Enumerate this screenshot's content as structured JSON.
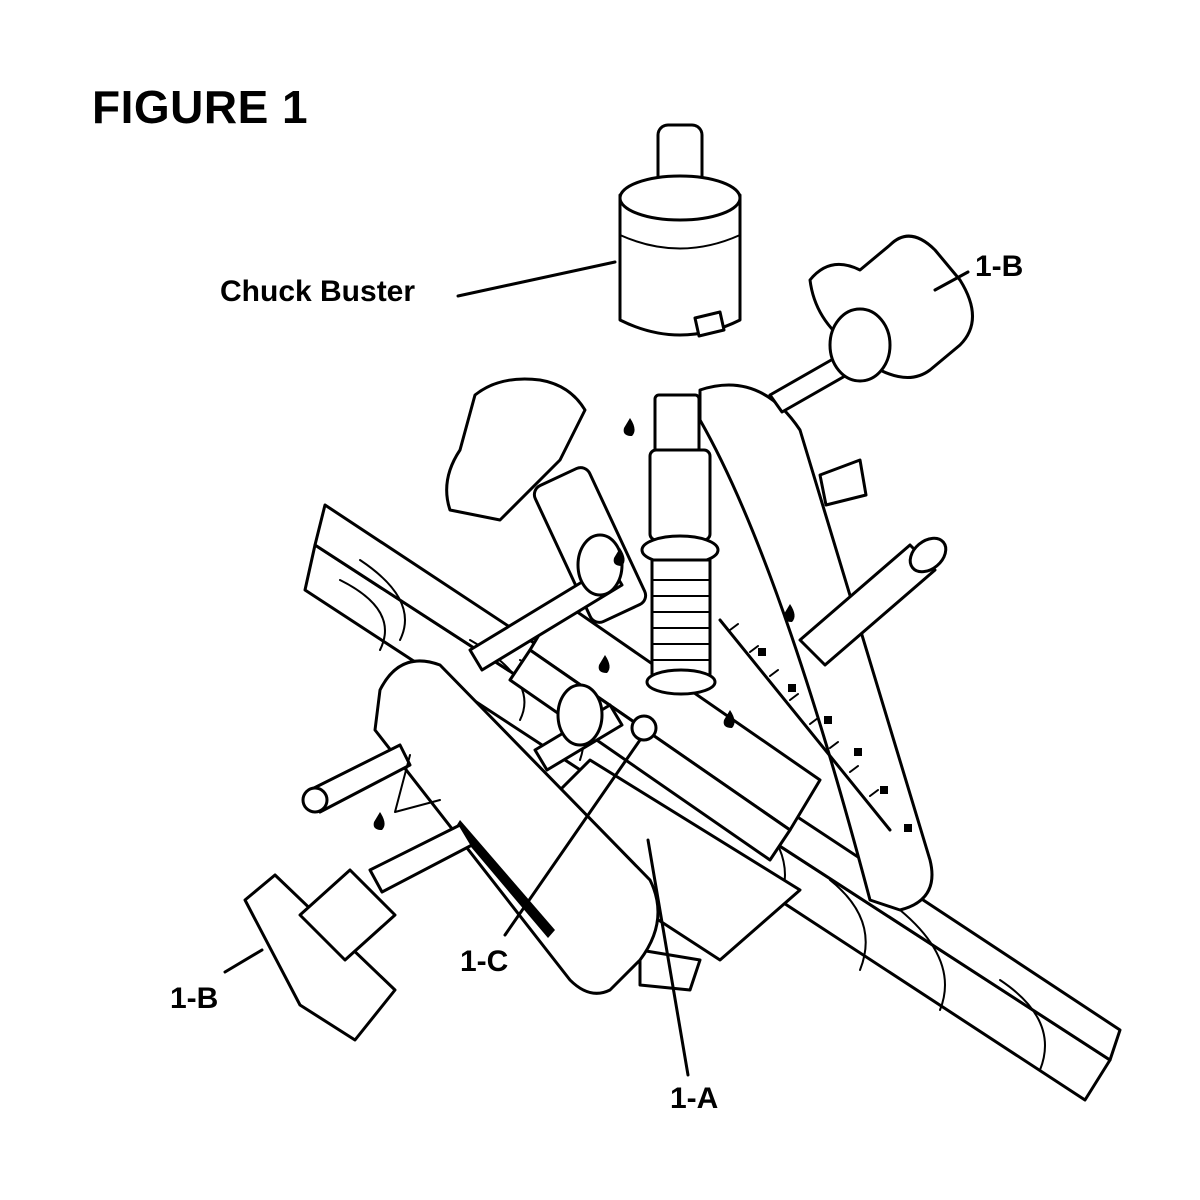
{
  "figure": {
    "title": "FIGURE 1"
  },
  "callouts": {
    "chuck_buster": "Chuck Buster",
    "part_1b_top": "1-B",
    "part_1b_left": "1-B",
    "part_1c": "1-C",
    "part_1a": "1-A"
  },
  "colors": {
    "ink": "#000000",
    "paper": "#ffffff"
  }
}
